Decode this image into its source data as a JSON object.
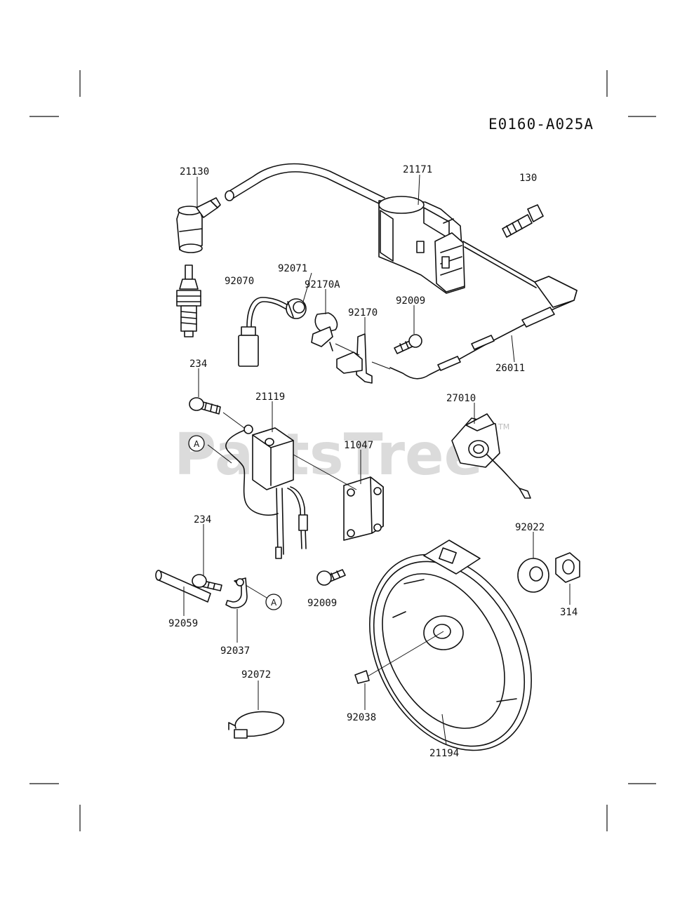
{
  "diagram": {
    "code": "E0160-A025A",
    "watermark": "PartsTree",
    "trademark": "TM",
    "ref_marker": "A",
    "parts": {
      "p21130": "21130",
      "p21171": "21171",
      "p130": "130",
      "p92070": "92070",
      "p92071": "92071",
      "p92170A": "92170A",
      "p92170": "92170",
      "p92009a": "92009",
      "p26011": "26011",
      "p234a": "234",
      "p21119": "21119",
      "p11047": "11047",
      "p27010": "27010",
      "p234b": "234",
      "p92022": "92022",
      "p314": "314",
      "p92059": "92059",
      "p92037": "92037",
      "p92009b": "92009",
      "p92072": "92072",
      "p92038": "92038",
      "p21194": "21194"
    }
  }
}
